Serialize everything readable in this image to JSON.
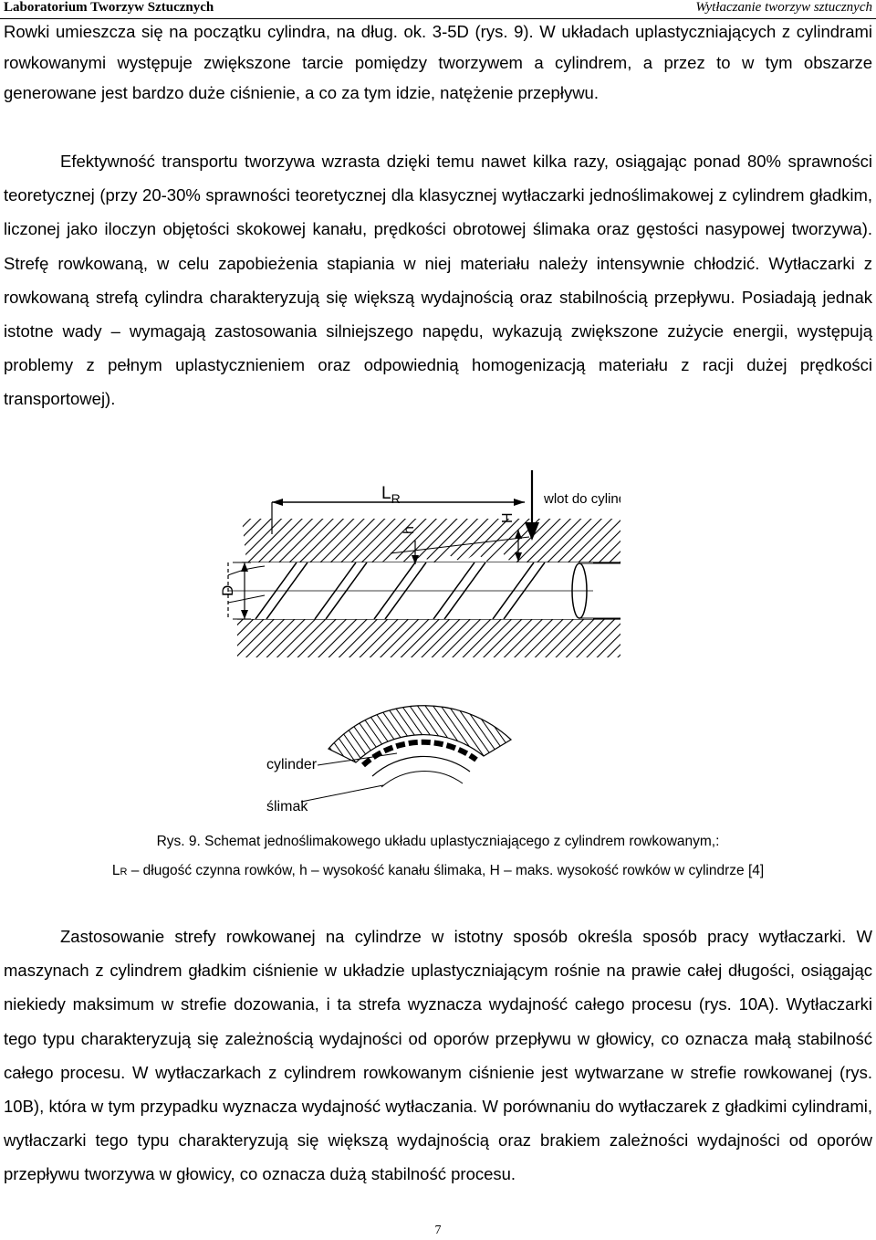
{
  "header": {
    "left": "Laboratorium Tworzyw Sztucznych",
    "right": "Wytłaczanie tworzyw sztucznych"
  },
  "paragraphs": {
    "p1": "Rowki umieszcza się na początku cylindra, na dług. ok. 3-5D (rys. 9). W układach uplastyczniających z cylindrami rowkowanymi występuje zwiększone tarcie pomiędzy tworzywem a cylindrem, a przez to w tym obszarze generowane jest bardzo duże ciśnienie, a co za tym idzie, natężenie przepływu.",
    "p2": "Efektywność transportu tworzywa wzrasta dzięki temu nawet kilka razy, osiągając ponad 80% sprawności teoretycznej (przy 20-30% sprawności teoretycznej dla klasycznej wytłaczarki jednoślimakowej z cylindrem gładkim, liczonej jako iloczyn objętości skokowej kanału, prędkości obrotowej ślimaka oraz gęstości nasypowej tworzywa). Strefę rowkowaną, w celu zapobieżenia stapiania w niej materiału należy intensywnie chłodzić. Wytłaczarki z rowkowaną strefą cylindra charakteryzują się większą wydajnością oraz stabilnością przepływu. Posiadają jednak istotne wady – wymagają zastosowania silniejszego napędu, wykazują zwiększone zużycie energii, występują problemy z pełnym uplastycznieniem oraz odpowiednią homogenizacją materiału z racji dużej prędkości transportowej).",
    "p3": "Zastosowanie strefy rowkowanej na cylindrze w istotny sposób określa sposób pracy wytłaczarki. W maszynach z cylindrem gładkim ciśnienie w układzie uplastyczniającym rośnie na prawie całej długości, osiągając niekiedy maksimum w strefie dozowania, i ta strefa wyznacza wydajność całego procesu (rys. 10A). Wytłaczarki tego typu charakteryzują się zależnością wydajności od oporów przepływu w głowicy, co oznacza małą stabilność całego procesu. W wytłaczarkach z cylindrem rowkowanym ciśnienie jest wytwarzane w strefie rowkowanej (rys. 10B), która w tym przypadku wyznacza wydajność wytłaczania. W porównaniu do wytłaczarek z gładkimi cylindrami, wytłaczarki tego typu charakteryzują się większą wydajnością oraz brakiem zależności wydajności od oporów przepływu tworzywa w głowicy, co oznacza dużą stabilność procesu."
  },
  "figure": {
    "labels": {
      "lr_main": "L",
      "lr_sub": "R",
      "inlet": "wlot do cylindra",
      "h": "h",
      "H": "H",
      "D": "D",
      "cylinder": "cylinder",
      "screw": "ślimak"
    }
  },
  "caption": {
    "line1": "Rys. 9. Schemat jednoślimakowego układu uplastyczniającego z cylindrem rowkowanym,:",
    "line2_lr": "L",
    "line2_lr_sub": "R",
    "line2_rest": " – długość czynna rowków, h – wysokość kanału ślimaka, H – maks. wysokość rowków w cylindrze [4]"
  },
  "page_number": "7"
}
